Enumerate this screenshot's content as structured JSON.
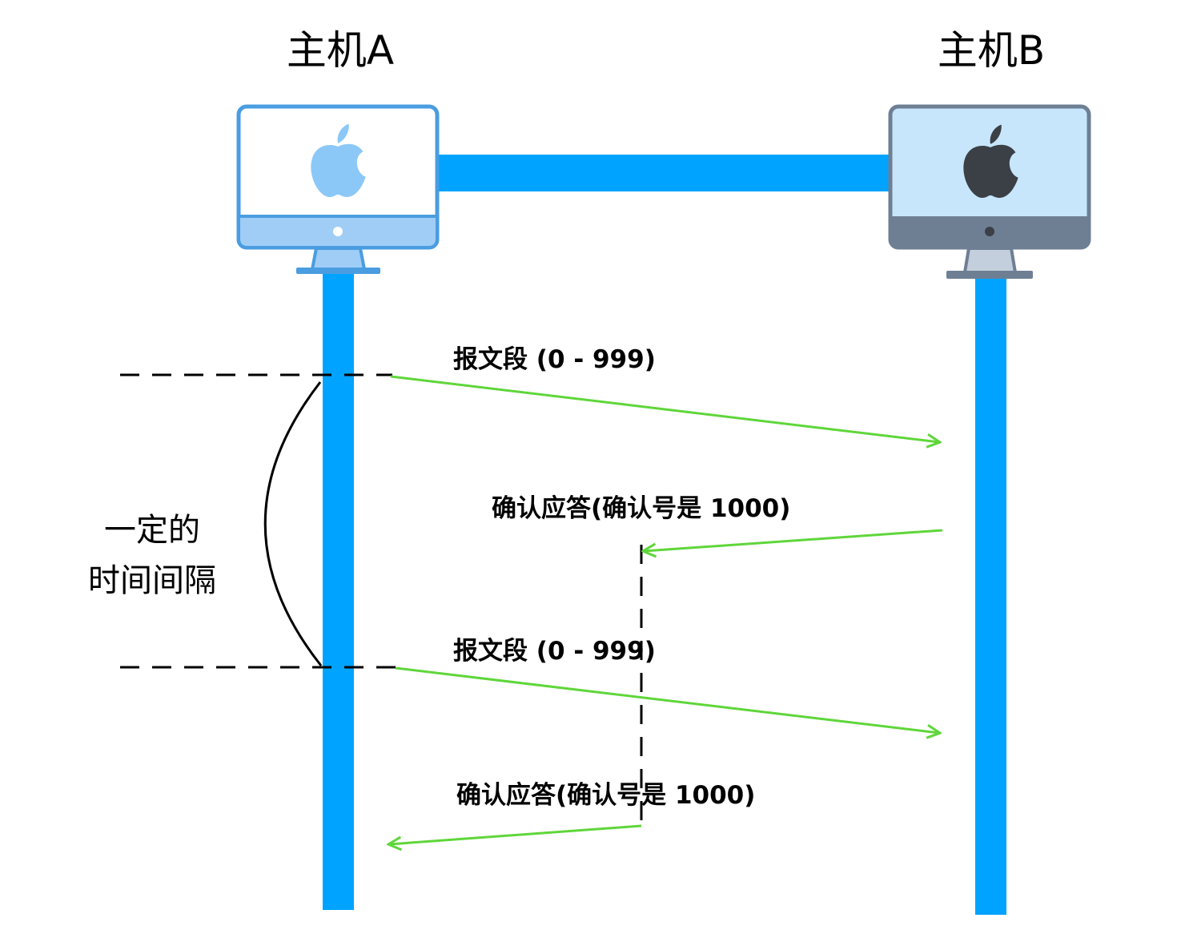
{
  "hosts": {
    "a": {
      "title": "主机A"
    },
    "b": {
      "title": "主机B"
    }
  },
  "messages": [
    {
      "label": "报文段 (0 - 999)",
      "direction": "A→B"
    },
    {
      "label": "确认应答(确认号是 1000)",
      "direction": "B→A",
      "lost": true
    },
    {
      "label": "报文段 (0 - 999)",
      "direction": "A→B",
      "retransmission": true
    },
    {
      "label": "确认应答(确认号是 1000)",
      "direction": "B→A"
    }
  ],
  "interval_note": {
    "line1": "一定的",
    "line2": "时间间隔"
  },
  "colors": {
    "timeline": "#00a3ff",
    "arrow": "#5fd63a",
    "host_a_frame": "#4a9de0",
    "host_a_screen": "#ffffff",
    "host_a_logo": "#8cc8f7",
    "host_a_bezel": "#9fcdf6",
    "host_b_frame": "#6e7f94",
    "host_b_screen": "#c7e6fb",
    "host_b_logo": "#3b3f46",
    "host_b_bezel": "#6e7f94",
    "dash": "#000000"
  },
  "icons": {
    "host_a": "apple-monitor-icon",
    "host_b": "apple-monitor-icon"
  }
}
